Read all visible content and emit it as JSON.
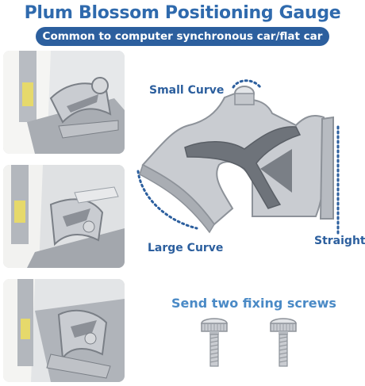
{
  "header": {
    "title": "Plum Blossom Positioning Gauge",
    "subtitle": "Common to computer synchronous car/flat car"
  },
  "diagram": {
    "small_curve_label": "Small Curve",
    "large_curve_label": "Large Curve",
    "straight_label": "Straight"
  },
  "screws": {
    "title": "Send two fixing screws"
  },
  "colors": {
    "title": "#2f6aad",
    "banner": "#2c5f9e",
    "label": "#2c5f9e",
    "screws_title": "#4a8ac6",
    "metal": "#c9ccd1"
  }
}
